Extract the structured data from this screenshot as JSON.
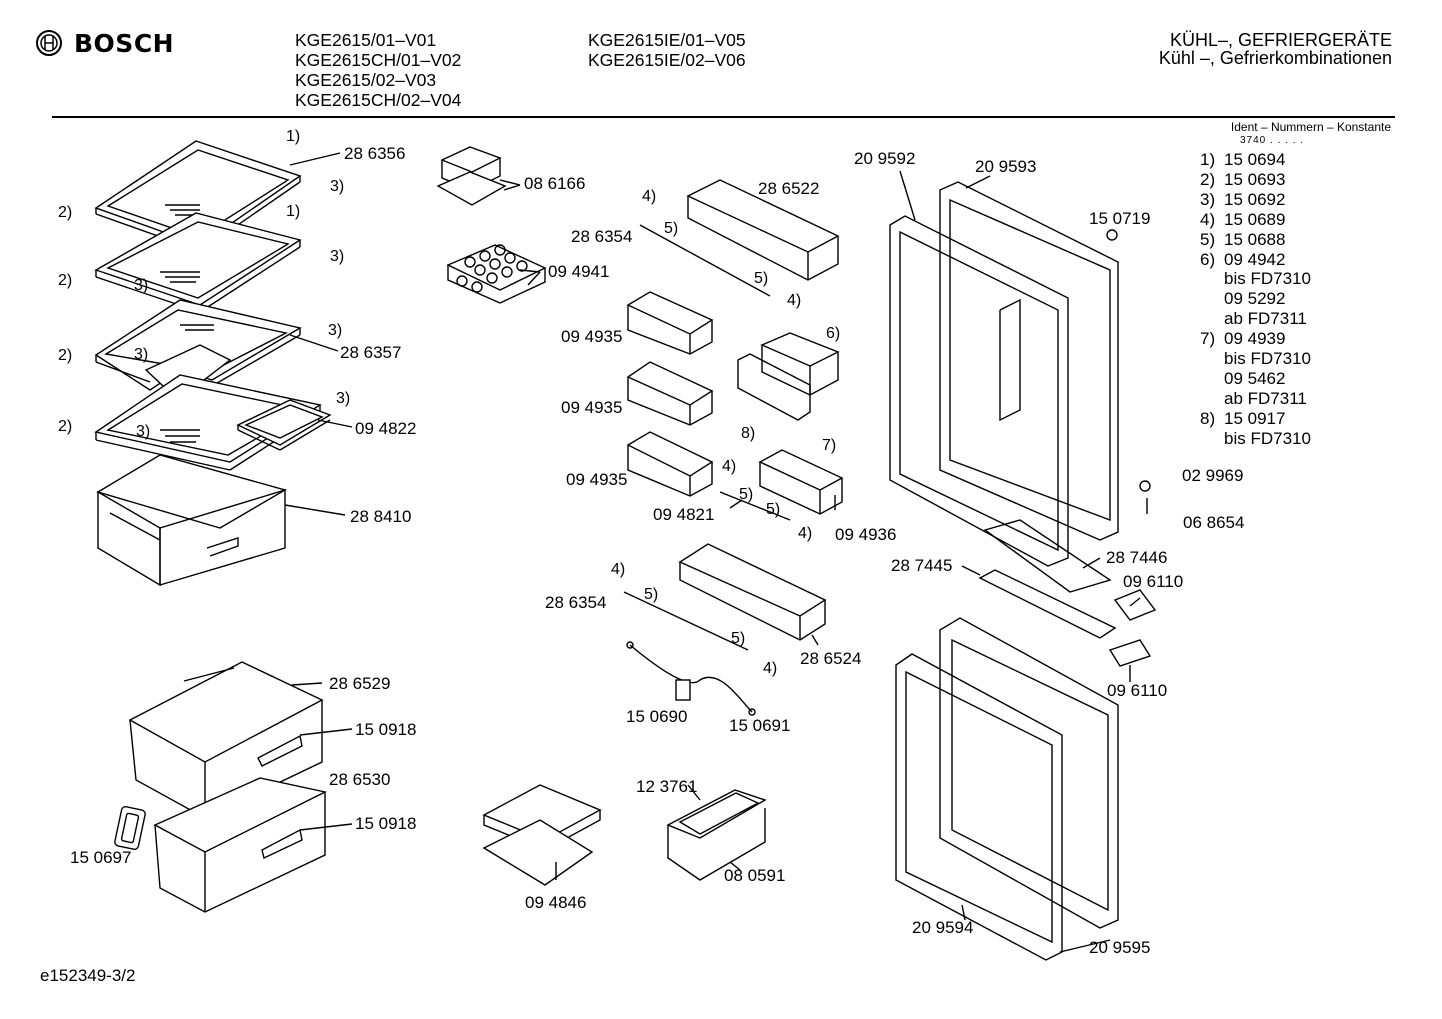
{
  "brand": "BOSCH",
  "models_col1": [
    "KGE2615/01–V01",
    "KGE2615CH/01–V02",
    "KGE2615/02–V03",
    "KGE2615CH/02–V04"
  ],
  "models_col2": [
    "KGE2615IE/01–V05",
    "KGE2615IE/02–V06"
  ],
  "title_line1": "KÜHL–, GEFRIERGERÄTE",
  "title_line2": "Kühl –, Gefrierkombinationen",
  "ident_header": "Ident – Nummern – Konstante",
  "ident_constant": "3740 . . . . .",
  "legend": [
    {
      "key": "1)",
      "value": "15 0694"
    },
    {
      "key": "2)",
      "value": "15 0693"
    },
    {
      "key": "3)",
      "value": "15 0692"
    },
    {
      "key": "4)",
      "value": "15 0689"
    },
    {
      "key": "5)",
      "value": "15 0688"
    },
    {
      "key": "6)",
      "value": "09 4942"
    },
    {
      "key": "",
      "value": "bis FD7310"
    },
    {
      "key": "",
      "value": "09 5292"
    },
    {
      "key": "",
      "value": "ab FD7311"
    },
    {
      "key": "7)",
      "value": "09 4939"
    },
    {
      "key": "",
      "value": "bis FD7310"
    },
    {
      "key": "",
      "value": "09 5462"
    },
    {
      "key": "",
      "value": "ab FD7311"
    },
    {
      "key": "8)",
      "value": "15 0917"
    },
    {
      "key": "",
      "value": "bis FD7310"
    }
  ],
  "parts": {
    "p286356": "28 6356",
    "p086166": "08 6166",
    "p286522": "28 6522",
    "p209592": "20 9592",
    "p209593": "20 9593",
    "p150719": "15 0719",
    "p286354a": "28 6354",
    "p094941": "09 4941",
    "p094935a": "09 4935",
    "p094935b": "09 4935",
    "p094935c": "09 4935",
    "p286357": "28 6357",
    "p094822": "09 4822",
    "p288410": "28 8410",
    "p094821": "09 4821",
    "p094936": "09 4936",
    "p029969": "02 9969",
    "p068654": "06 8654",
    "p287446": "28 7446",
    "p287445": "28 7445",
    "p096110a": "09 6110",
    "p096110b": "09 6110",
    "p286354b": "28 6354",
    "p286524": "28 6524",
    "p150690": "15 0690",
    "p150691": "15 0691",
    "p286529": "28 6529",
    "p150918a": "15 0918",
    "p286530": "28 6530",
    "p150918b": "15 0918",
    "p150697": "15 0697",
    "p123761": "12 3761",
    "p080591": "08 0591",
    "p094846": "09 4846",
    "p209594": "20 9594",
    "p209595": "20 9595"
  },
  "refs": {
    "r1": "1)",
    "r2": "2)",
    "r3": "3)",
    "r4": "4)",
    "r5": "5)",
    "r6": "6)",
    "r7": "7)",
    "r8": "8)"
  },
  "footer": "e152349-3/2"
}
